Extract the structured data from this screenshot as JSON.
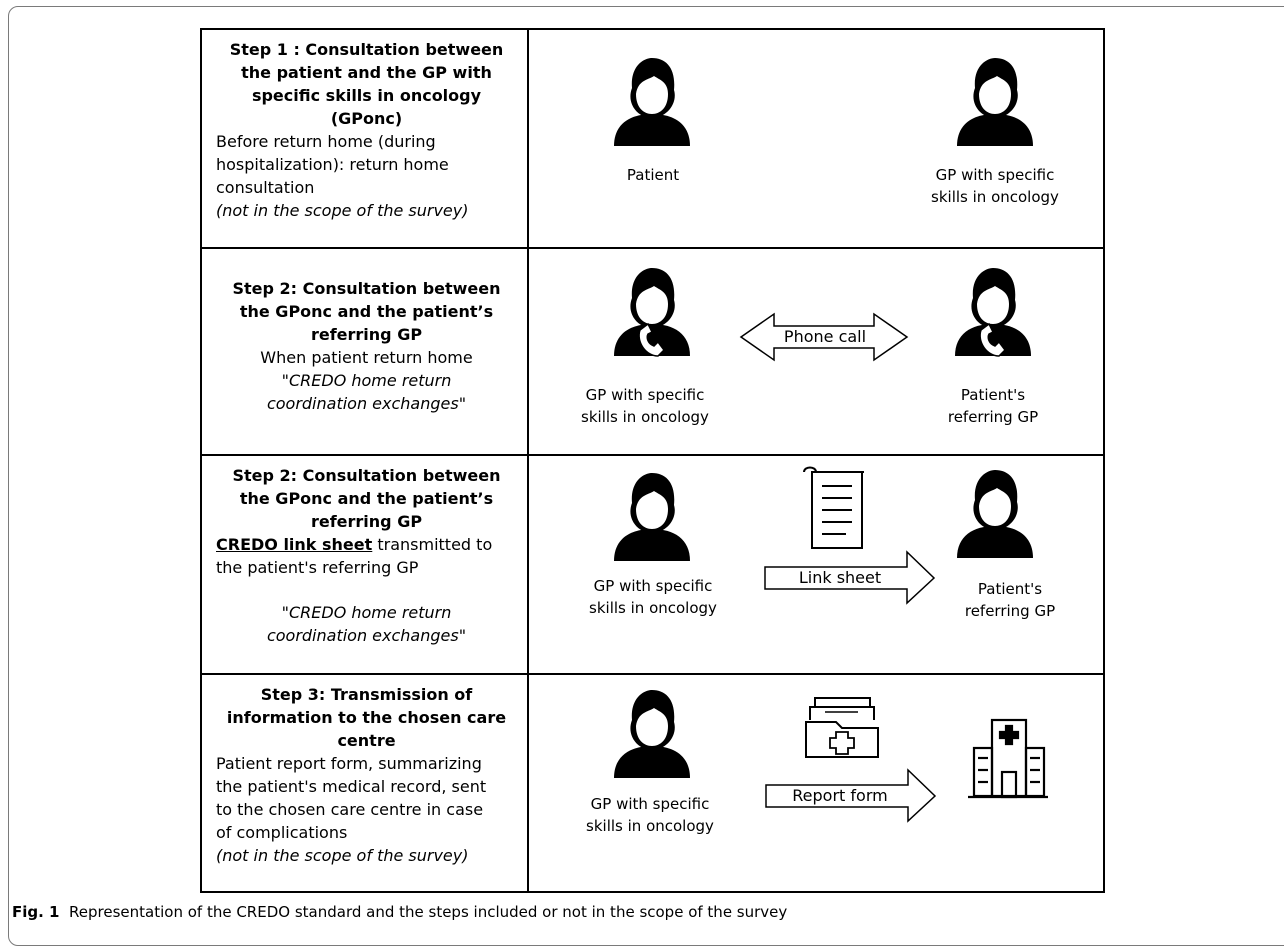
{
  "steps": [
    {
      "title": "Step 1 : Consultation between the patient and the GP with specific skills in oncology (GPonc)",
      "title_lines": [
        "Step 1 : Consultation between",
        "the patient and the GP with",
        "specific skills in oncology (GPonc)"
      ],
      "body_lines": [
        "Before return home (during",
        "hospitalization): return home",
        "consultation"
      ],
      "note": "(not in the scope of the survey)",
      "left_actor": "Patient",
      "right_actor_lines": [
        "GP with specific",
        "skills in oncology"
      ]
    },
    {
      "title_lines": [
        "Step 2: Consultation between",
        "the GPonc and the patient’s",
        "referring GP"
      ],
      "body_lines": [
        "When patient return home"
      ],
      "quote_lines": [
        "\"CREDO home return",
        "coordination exchanges\""
      ],
      "left_actor_lines": [
        "GP with specific",
        "skills in oncology"
      ],
      "arrow_label": "Phone call",
      "right_actor_lines": [
        "Patient's",
        "referring GP"
      ]
    },
    {
      "title_lines": [
        "Step 2: Consultation between",
        "the GPonc and the patient’s",
        "referring GP"
      ],
      "link_text": "CREDO link sheet",
      "body_rest": " transmitted to",
      "body_line2": "the patient's referring GP",
      "quote_lines": [
        "\"CREDO home return",
        "coordination exchanges\""
      ],
      "left_actor_lines": [
        "GP with specific",
        "skills in oncology"
      ],
      "arrow_label": "Link sheet",
      "right_actor_lines": [
        "Patient's",
        "referring GP"
      ]
    },
    {
      "title_lines": [
        "Step 3: Transmission of",
        "information to the chosen care",
        "centre"
      ],
      "body_lines": [
        "Patient report form, summarizing",
        "the patient's medical record, sent",
        "to the chosen care centre in case",
        "of complications"
      ],
      "note": "(not in the scope of the survey)",
      "left_actor_lines": [
        "GP with specific",
        "skills in oncology"
      ],
      "arrow_label": "Report form"
    }
  ],
  "caption": {
    "label": "Fig. 1",
    "text": "Representation of the CREDO standard and the steps included or not in the scope of the survey"
  },
  "icons": [
    "person-icon",
    "person-phone-icon",
    "document-icon",
    "medical-folder-icon",
    "hospital-icon",
    "double-arrow-icon",
    "right-arrow-icon"
  ]
}
